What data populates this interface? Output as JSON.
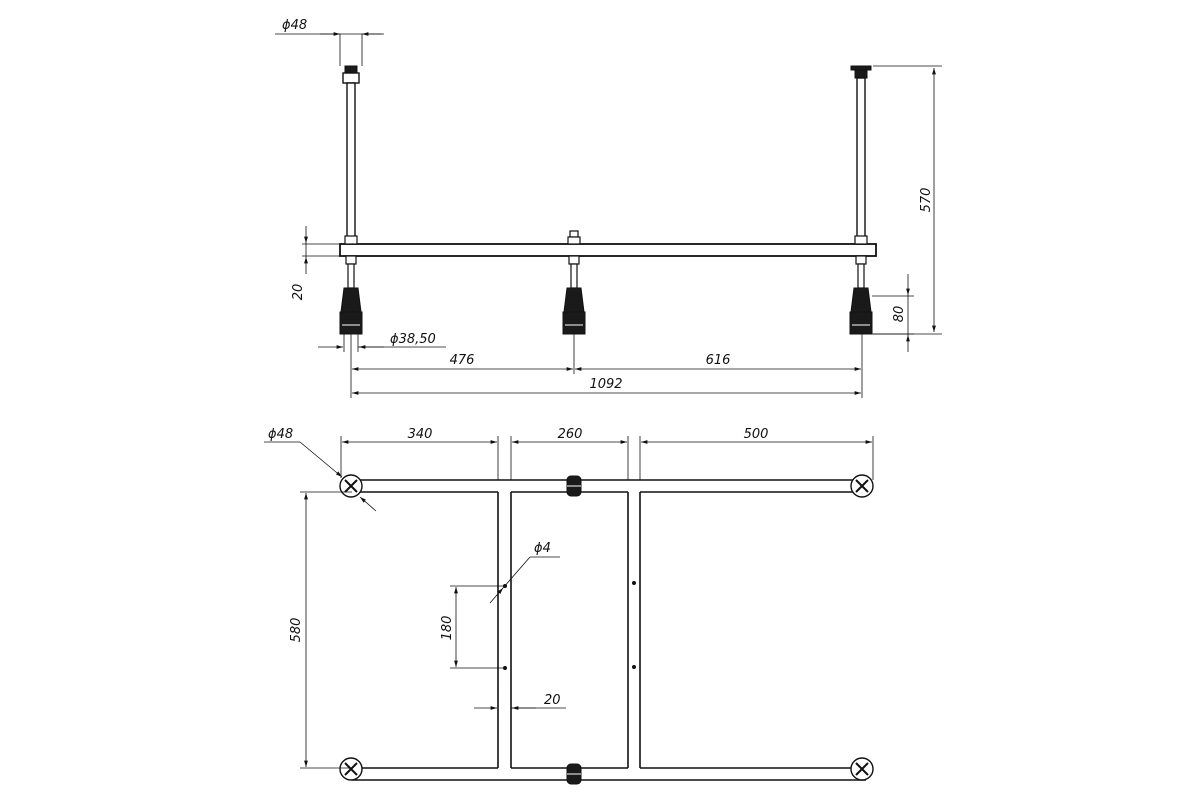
{
  "front_view": {
    "dims": {
      "pipe_diameter": "ϕ48",
      "height_total": "570",
      "beam_height": "20",
      "foot_height": "80",
      "foot_diameter": "ϕ38,50",
      "span_left": "476",
      "span_right": "616",
      "span_total": "1092"
    }
  },
  "plan_view": {
    "dims": {
      "pipe_diameter": "ϕ48",
      "span_a": "340",
      "span_b": "260",
      "span_c": "500",
      "depth": "580",
      "hole_diameter": "ϕ4",
      "hole_spacing": "180",
      "rail_offset": "20"
    }
  }
}
